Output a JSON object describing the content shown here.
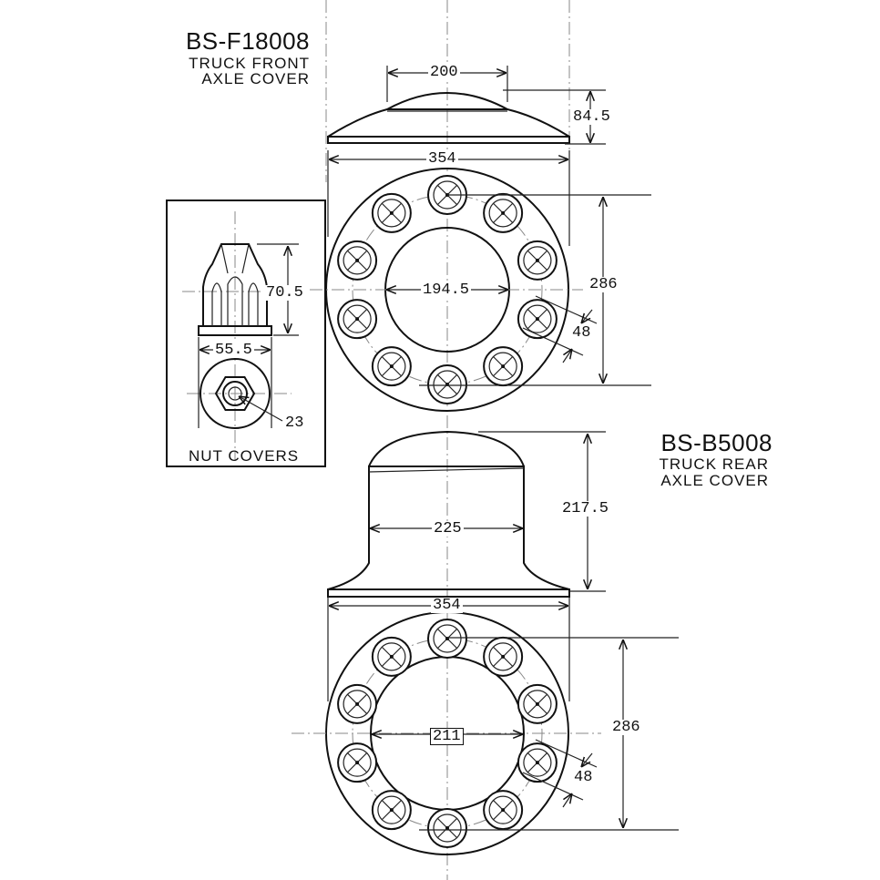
{
  "front_cover": {
    "code": "BS-F18008",
    "desc_line1": "TRUCK FRONT",
    "desc_line2": "AXLE COVER",
    "dims": {
      "top_width": "200",
      "height": "84.5",
      "outer_width": "354",
      "bolt_span": "286",
      "inner_diameter": "194.5",
      "hole_size": "48"
    }
  },
  "rear_cover": {
    "code": "BS-B5008",
    "desc_line1": "TRUCK REAR",
    "desc_line2": "AXLE COVER",
    "dims": {
      "height": "217.5",
      "body_width": "225",
      "outer_width": "354",
      "bolt_span": "286",
      "inner_diameter": "211",
      "hole_size": "48"
    }
  },
  "nut_covers": {
    "label": "NUT COVERS",
    "dims": {
      "height": "70.5",
      "width": "55.5",
      "hole": "23"
    }
  },
  "colors": {
    "ink": "#111111",
    "background": "#ffffff"
  }
}
